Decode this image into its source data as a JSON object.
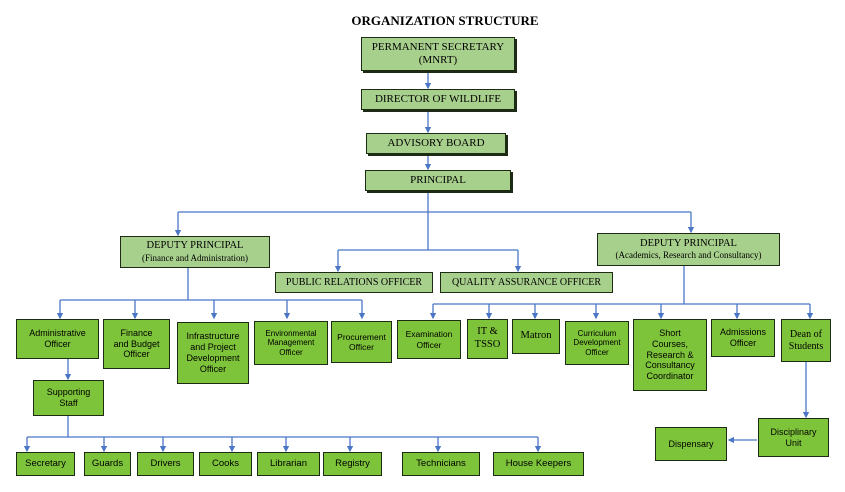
{
  "title": "ORGANIZATION STRUCTURE",
  "colors": {
    "header_box": "#a8d08d",
    "unit_box": "#7ec43a",
    "connector": "#4a76c5",
    "border": "#1d2b14"
  },
  "nodes": {
    "permanent_secretary": {
      "line1": "PERMANENT SECRETARY",
      "line2": "(MNRT)"
    },
    "director_wildlife": "DIRECTOR OF WILDLIFE",
    "advisory_board": "ADVISORY BOARD",
    "principal": "PRINCIPAL",
    "deputy_finance": {
      "line1": "DEPUTY PRINCIPAL",
      "line2": "(Finance and Administration)"
    },
    "deputy_academics": {
      "line1": "DEPUTY PRINCIPAL",
      "line2": "(Academics, Research and Consultancy)"
    },
    "public_relations": "PUBLIC RELATIONS OFFICER",
    "quality_assurance": "QUALITY ASSURANCE OFFICER",
    "administrative_officer": "Administrative\nOfficer",
    "finance_budget": "Finance\nand Budget\nOfficer",
    "infrastructure": "Infrastructure\nand Project\nDevelopment\nOfficer",
    "environmental": "Environmental\nManagement\nOfficer",
    "procurement": "Procurement\nOfficer",
    "examination": "Examination\nOfficer",
    "it_tsso": "IT &\nTSSO",
    "matron": "Matron",
    "curriculum": "Curriculum\nDevelopment\nOfficer",
    "short_courses": "Short\nCourses,\nResearch &\nConsultancy\nCoordinator",
    "admissions": "Admissions\nOfficer",
    "dean_students": "Dean of\nStudents",
    "supporting_staff": "Supporting\nStaff",
    "disciplinary_unit": "Disciplinary\nUnit",
    "dispensary": "Dispensary",
    "secretary": "Secretary",
    "guards": "Guards",
    "drivers": "Drivers",
    "cooks": "Cooks",
    "librarian": "Librarian",
    "registry": "Registry",
    "technicians": "Technicians",
    "house_keepers": "House Keepers"
  }
}
